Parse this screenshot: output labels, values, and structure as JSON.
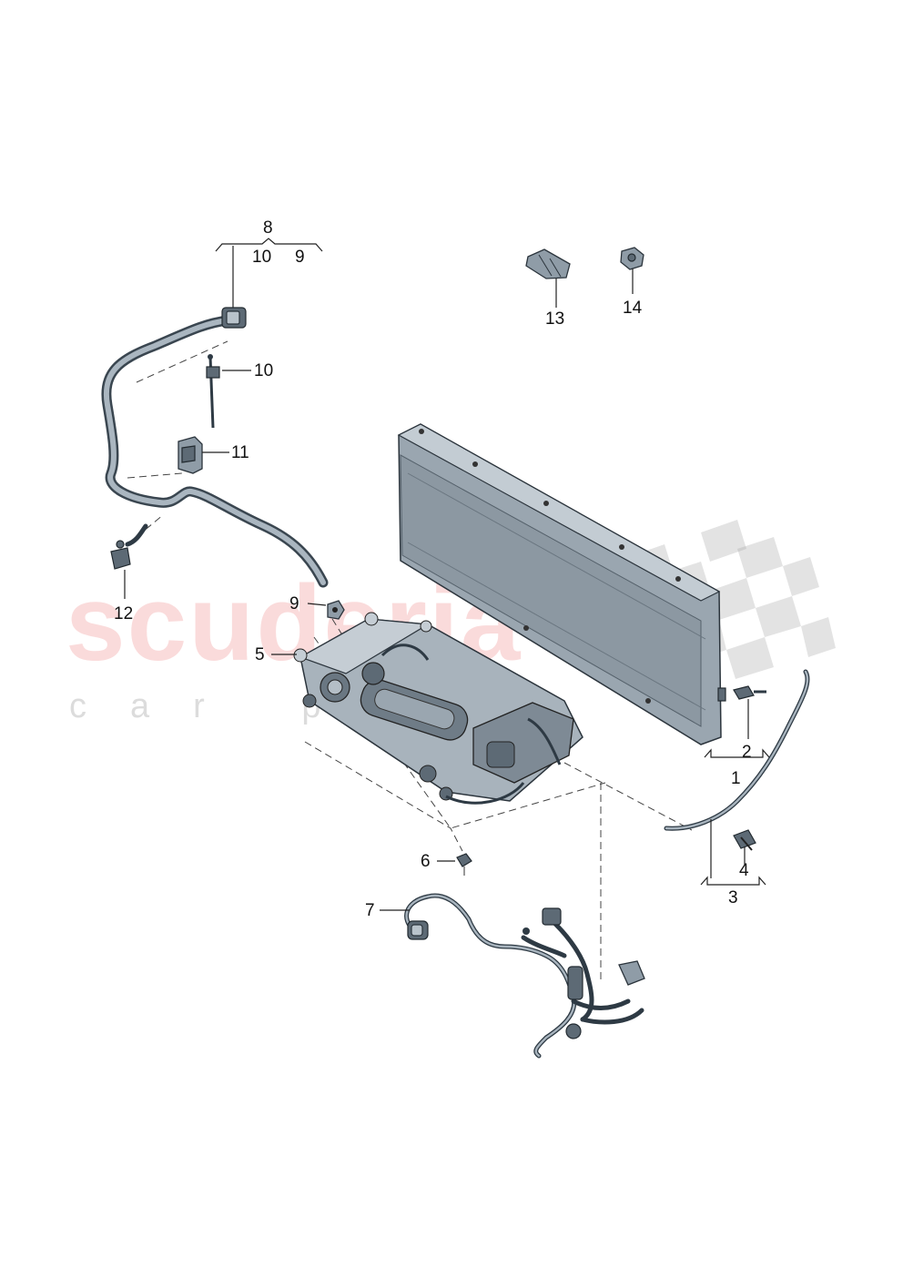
{
  "watermark": {
    "main": "scuderia",
    "sub": "car parts"
  },
  "callouts": {
    "c1": "1",
    "c2": "2",
    "c3": "3",
    "c4": "4",
    "c5": "5",
    "c6": "6",
    "c7": "7",
    "c8": "8",
    "c8_sub_a": "10",
    "c8_sub_b": "9",
    "c9": "9",
    "c10": "10",
    "c11": "11",
    "c12": "12",
    "c13": "13",
    "c14": "14"
  },
  "colors": {
    "part_fill": "#8f9ca7",
    "part_outline": "#2b343c",
    "watermark_red": "#e65a5a",
    "text": "#111111"
  }
}
